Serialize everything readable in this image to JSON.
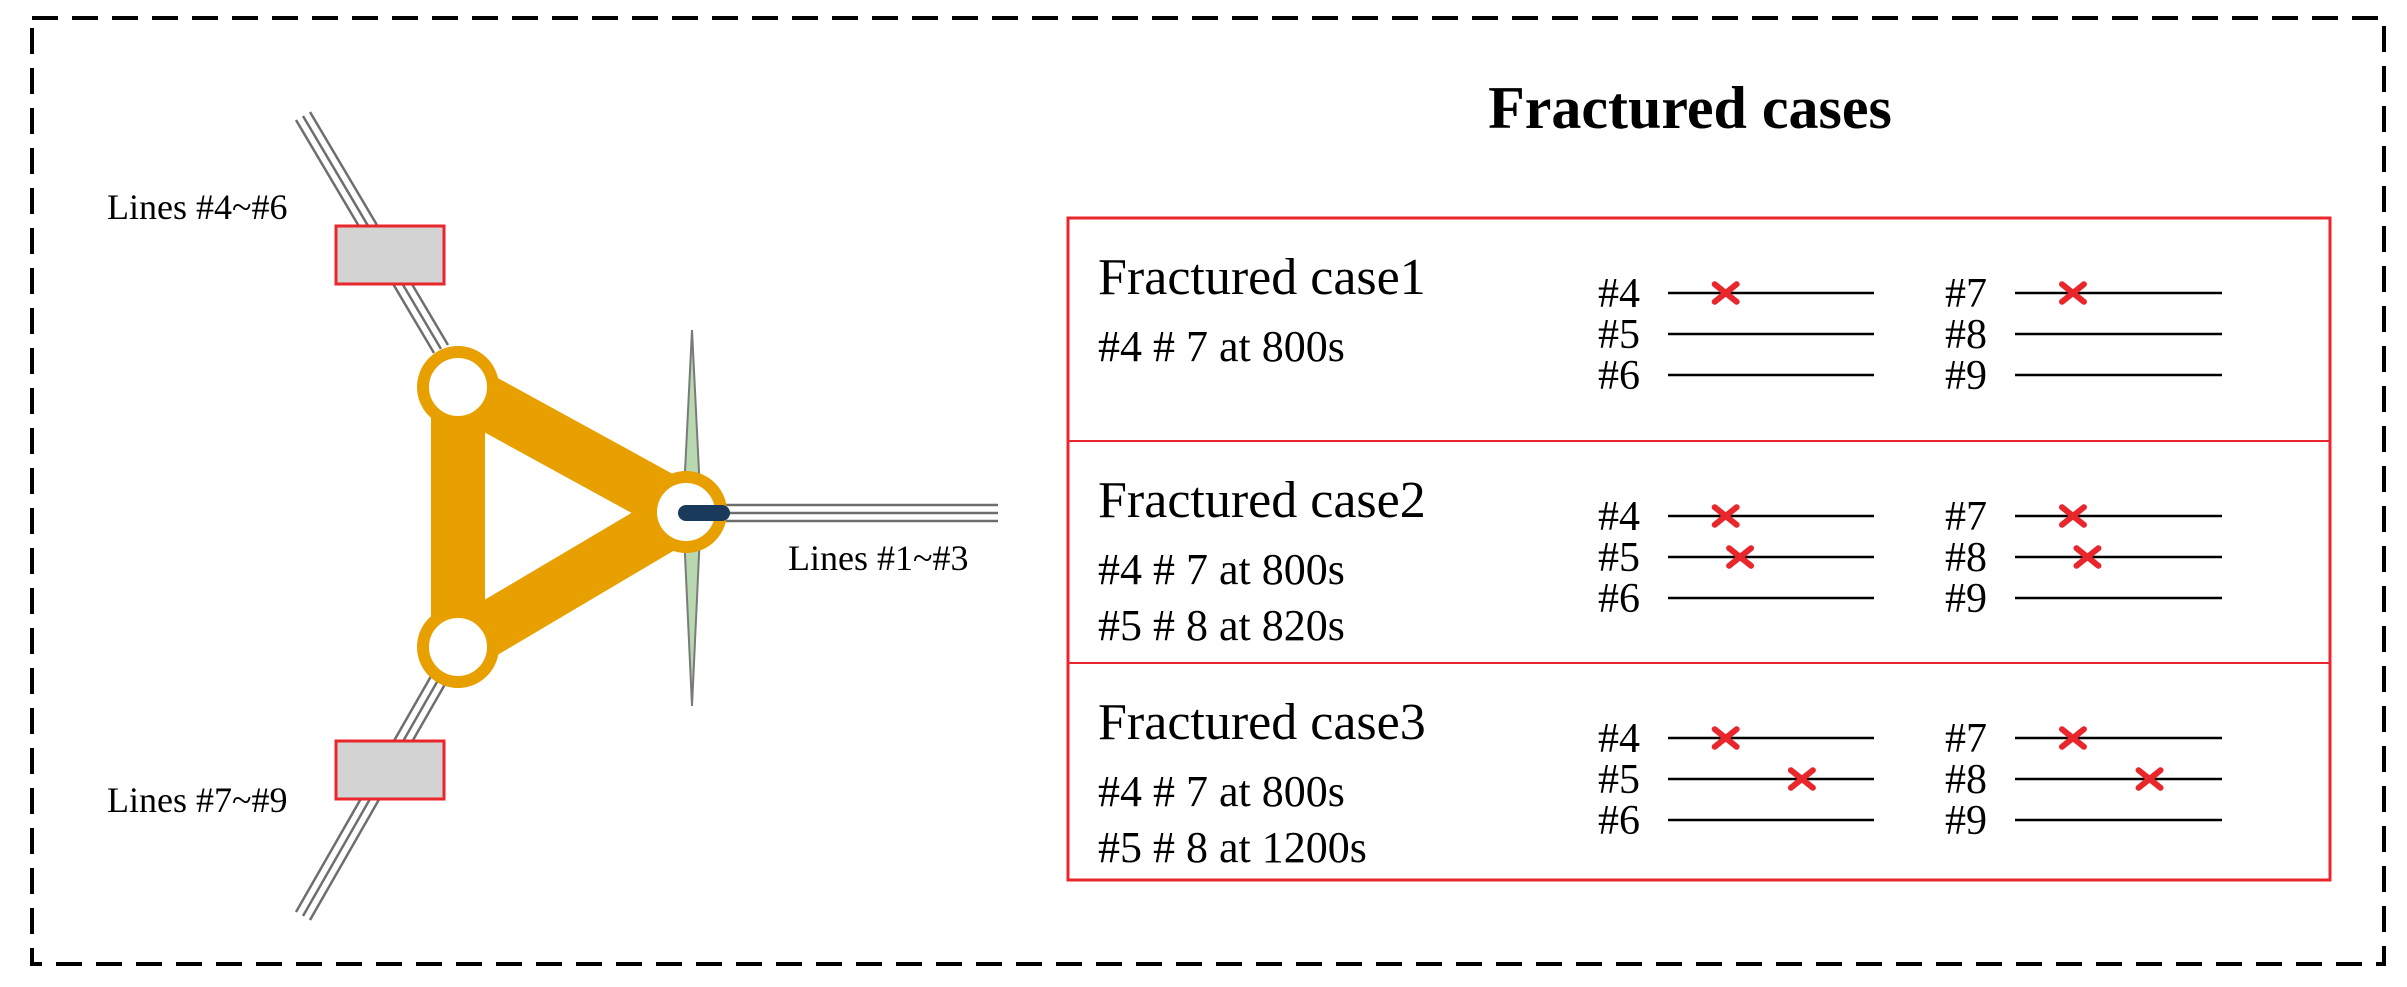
{
  "colors": {
    "frame": "#000000",
    "accent_red": "#e8262b",
    "platform_orange": "#e8a000",
    "tower_blue": "#1a3a5c",
    "blade_green": "#b8d8b0",
    "fairlead_grey": "#d3d3d3"
  },
  "diagram": {
    "title": "Fractured cases",
    "labels": {
      "lines_upper": "Lines #4~#6",
      "lines_right": "Lines #1~#3",
      "lines_lower": "Lines #7~#9"
    }
  },
  "cases": [
    {
      "name": "Fractured case1",
      "events": [
        "#4 # 7 at 800s"
      ],
      "left_group": [
        {
          "label": "#4",
          "fracture": 0.28
        },
        {
          "label": "#5",
          "fracture": null
        },
        {
          "label": "#6",
          "fracture": null
        }
      ],
      "right_group": [
        {
          "label": "#7",
          "fracture": 0.28
        },
        {
          "label": "#8",
          "fracture": null
        },
        {
          "label": "#9",
          "fracture": null
        }
      ]
    },
    {
      "name": "Fractured case2",
      "events": [
        "#4 # 7 at 800s",
        "#5 # 8 at 820s"
      ],
      "left_group": [
        {
          "label": "#4",
          "fracture": 0.28
        },
        {
          "label": "#5",
          "fracture": 0.35
        },
        {
          "label": "#6",
          "fracture": null
        }
      ],
      "right_group": [
        {
          "label": "#7",
          "fracture": 0.28
        },
        {
          "label": "#8",
          "fracture": 0.35
        },
        {
          "label": "#9",
          "fracture": null
        }
      ]
    },
    {
      "name": "Fractured case3",
      "events": [
        "#4 # 7 at 800s",
        "#5 # 8 at 1200s"
      ],
      "left_group": [
        {
          "label": "#4",
          "fracture": 0.28
        },
        {
          "label": "#5",
          "fracture": 0.65
        },
        {
          "label": "#6",
          "fracture": null
        }
      ],
      "right_group": [
        {
          "label": "#7",
          "fracture": 0.28
        },
        {
          "label": "#8",
          "fracture": 0.65
        },
        {
          "label": "#9",
          "fracture": null
        }
      ]
    }
  ]
}
